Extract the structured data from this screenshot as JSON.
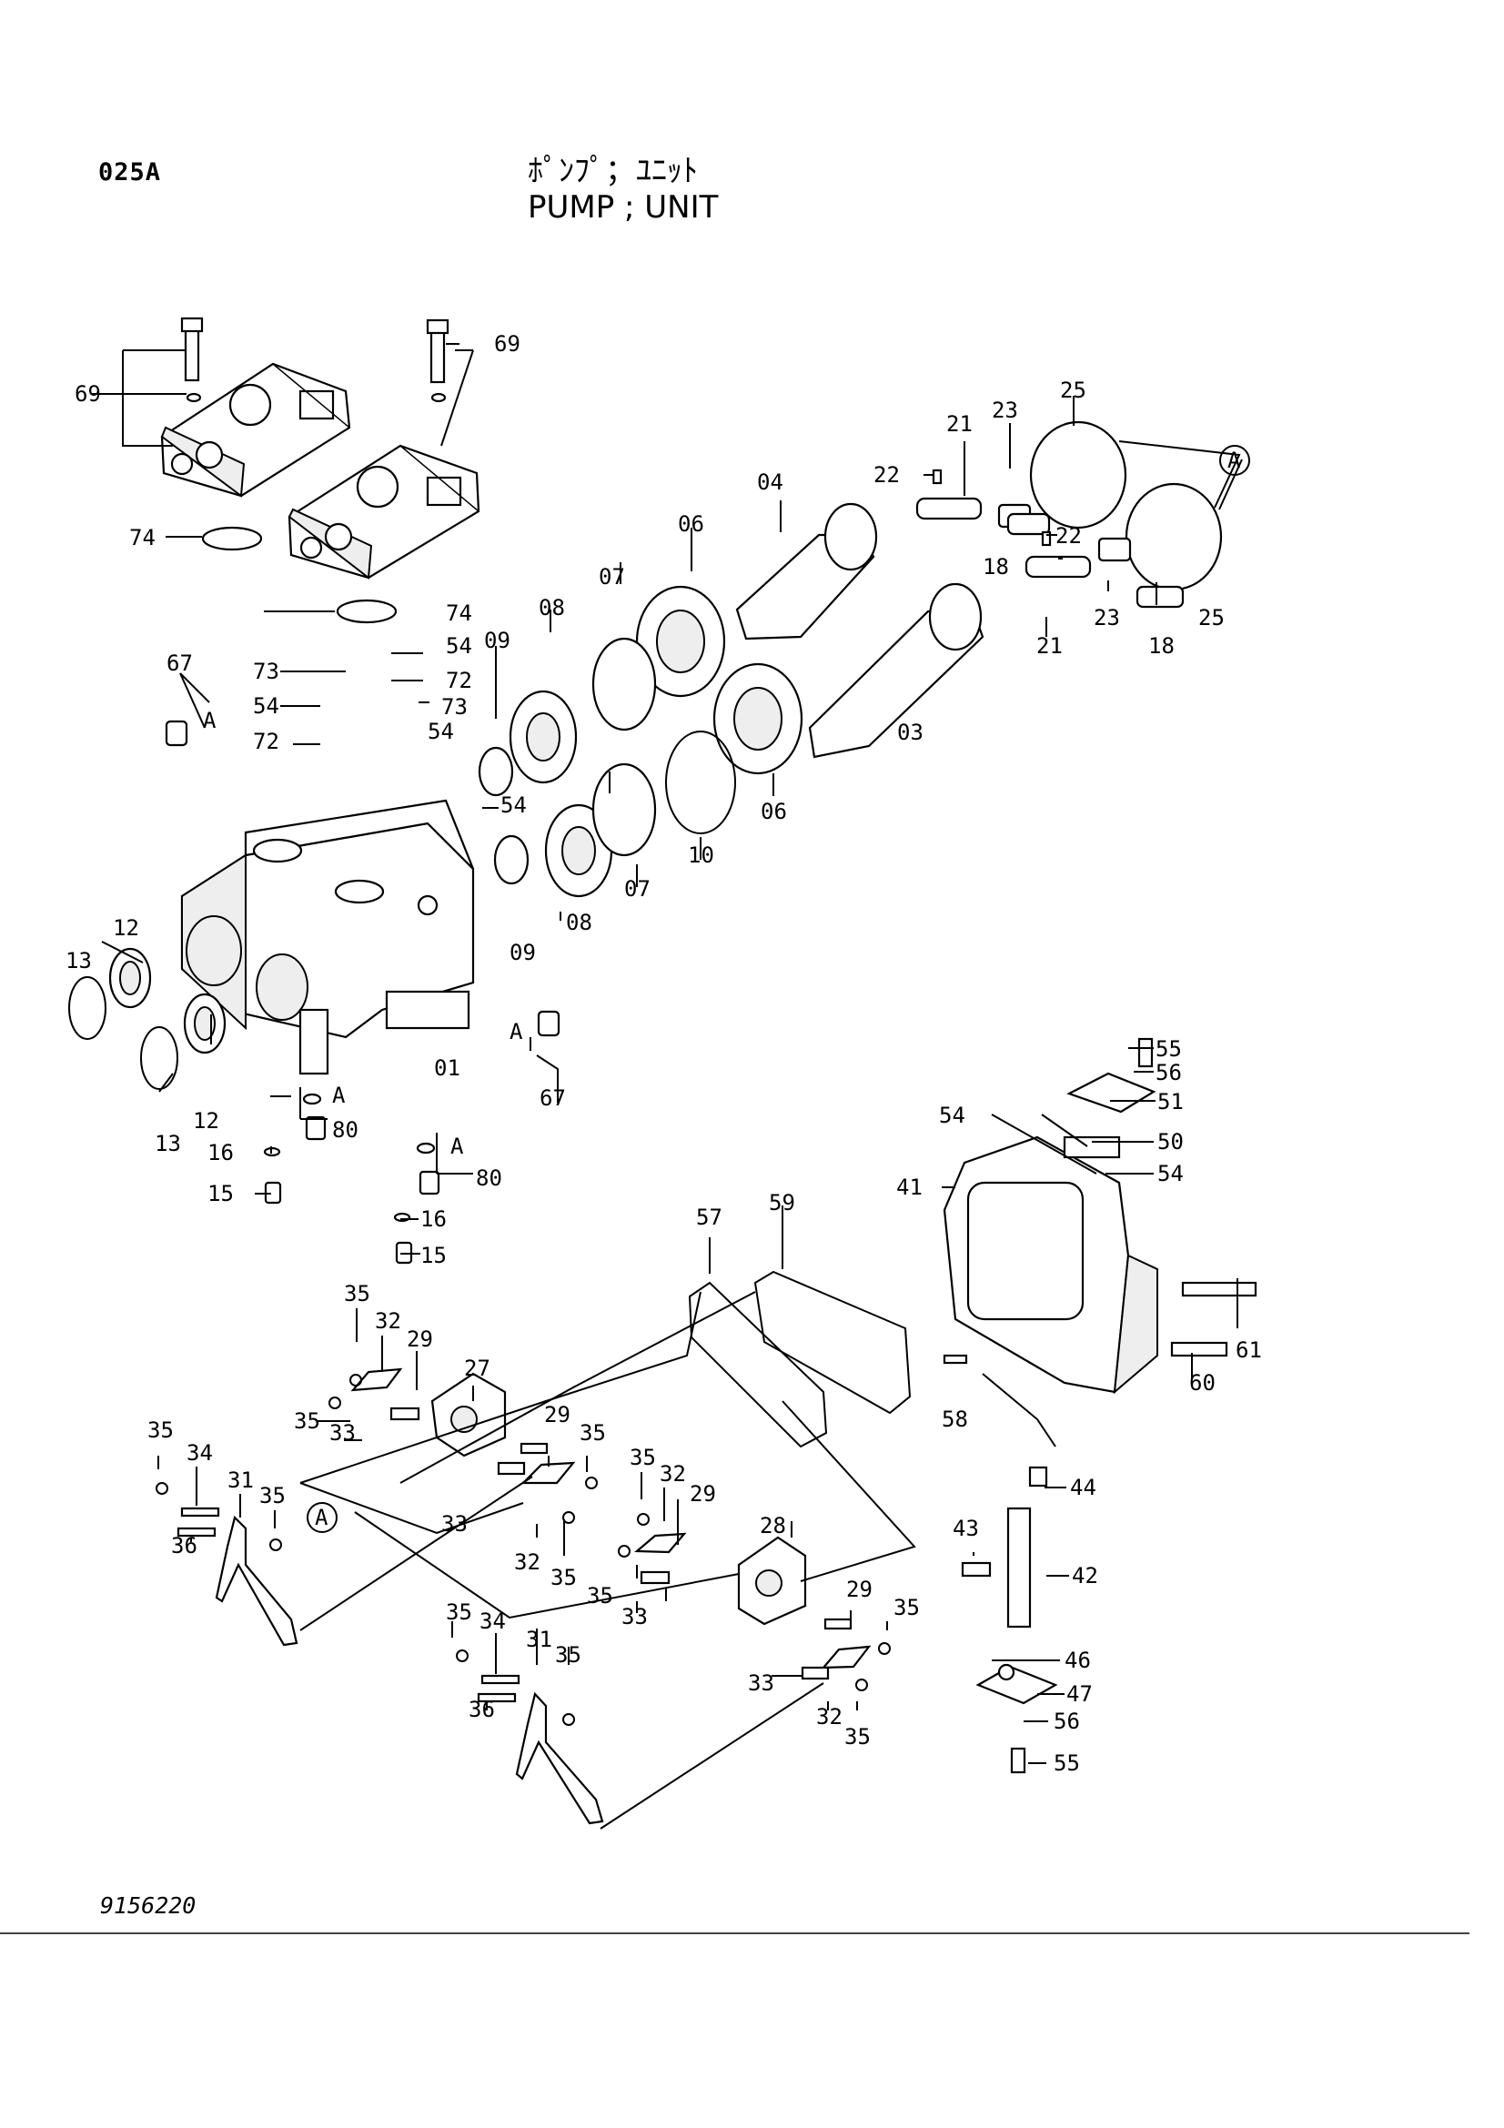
{
  "header": {
    "page_code": "025A",
    "title_jp": "ﾎﾟﾝﾌﾟ；ﾕﾆｯﾄ",
    "title_en": "PUMP ; UNIT"
  },
  "footer": {
    "drawing_number": "9156220"
  },
  "callouts": [
    "69",
    "69",
    "74",
    "74",
    "67",
    "67",
    "73",
    "73",
    "54",
    "54",
    "54",
    "54",
    "72",
    "72",
    "09",
    "09",
    "08",
    "08",
    "07",
    "07",
    "06",
    "06",
    "04",
    "03",
    "10",
    "21",
    "21",
    "22",
    "22",
    "23",
    "23",
    "25",
    "25",
    "18",
    "18",
    "12",
    "12",
    "13",
    "13",
    "16",
    "16",
    "15",
    "15",
    "80",
    "80",
    "01",
    "55",
    "56",
    "51",
    "54",
    "50",
    "54",
    "41",
    "61",
    "60",
    "58",
    "44",
    "43",
    "42",
    "46",
    "47",
    "56",
    "55",
    "57",
    "59",
    "35",
    "32",
    "29",
    "27",
    "35",
    "33",
    "29",
    "35",
    "35",
    "34",
    "31",
    "35",
    "36",
    "33",
    "32",
    "35",
    "35",
    "32",
    "29",
    "28",
    "35",
    "33",
    "29",
    "35",
    "33",
    "32",
    "35",
    "35",
    "34",
    "31",
    "35",
    "36"
  ],
  "markers": [
    "A",
    "A",
    "A",
    "A",
    "A",
    "A",
    "A"
  ]
}
